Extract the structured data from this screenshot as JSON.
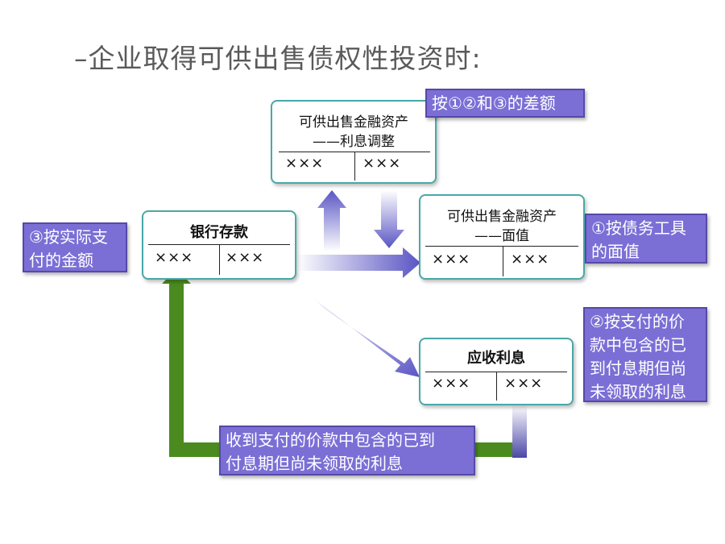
{
  "title": "–企业取得可供出售债权性投资时:",
  "accounts": {
    "adjust": {
      "line1": "可供出售金融资产",
      "line2": "——利息调整",
      "debit": "×××",
      "credit": "×××"
    },
    "face": {
      "line1": "可供出售金融资产",
      "line2": "——面值",
      "debit": "×××",
      "credit": "×××"
    },
    "bank": {
      "name": "银行存款",
      "debit": "×××",
      "credit": "×××"
    },
    "interest": {
      "name": "应收利息",
      "debit": "×××",
      "credit": "×××"
    }
  },
  "notes": {
    "difference": "按①②和③的差额",
    "face_value": [
      "①按债务工具",
      "的面值"
    ],
    "interest_included": [
      "②按支付的价",
      "款中包含的已",
      "到付息期但尚",
      "未领取的利息"
    ],
    "actual_paid": [
      "③按实际支",
      "付的金额"
    ],
    "received": [
      "收到支付的价款中包含的已到",
      "付息期但尚未领取的利息"
    ]
  },
  "colors": {
    "box_border": "#4aa8a8",
    "note_fill": "#7b6fd6",
    "arrow_blue": "#5a55c4",
    "arrow_green": "#4a8a1e"
  }
}
